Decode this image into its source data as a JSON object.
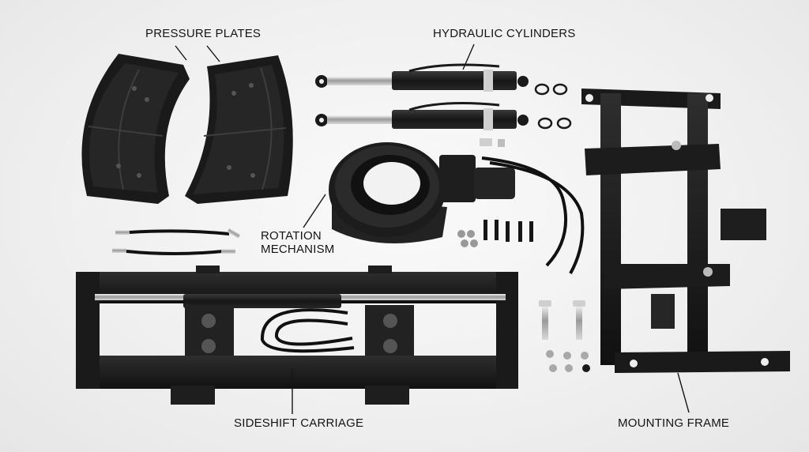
{
  "labels": {
    "pressure_plates": "PRESSURE PLATES",
    "hydraulic_cylinders": "HYDRAULIC CYLINDERS",
    "rotation_line1": "ROTATION",
    "rotation_line2": "MECHANISM",
    "sideshift_carriage": "SIDESHIFT CARRIAGE",
    "mounting_frame": "MOUNTING FRAME"
  },
  "colors": {
    "background": "#f2f2f2",
    "part_dark": "#1c1c1c",
    "part_mid": "#2e2e2e",
    "steel": "#b8b8b8",
    "text": "#151515"
  }
}
